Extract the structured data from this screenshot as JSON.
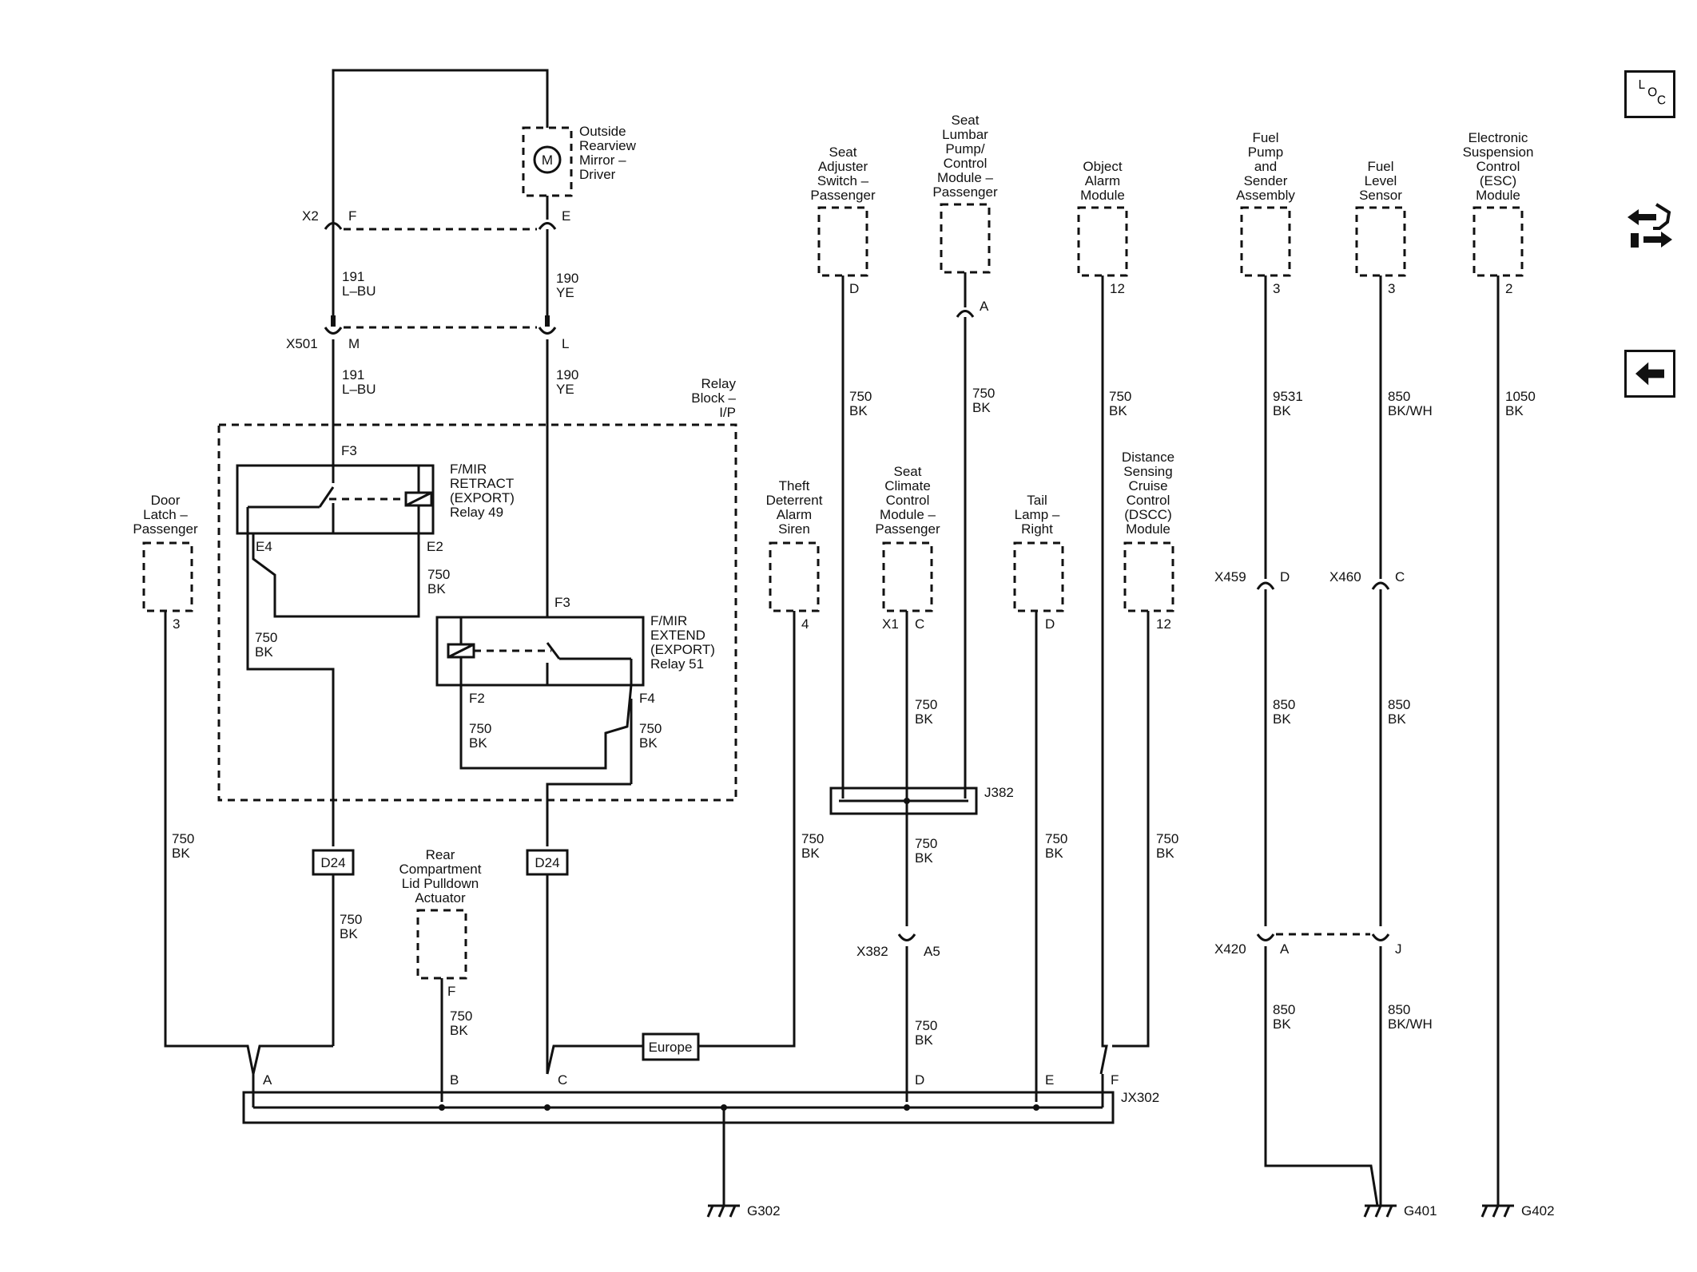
{
  "components": {
    "mirror": [
      "Outside",
      "Rearview",
      "Mirror –",
      "Driver"
    ],
    "relay_block": [
      "Relay",
      "Block –",
      "I/P"
    ],
    "relay49": [
      "F/MIR",
      "RETRACT",
      "(EXPORT)",
      "Relay 49"
    ],
    "relay51": [
      "F/MIR",
      "EXTEND",
      "(EXPORT)",
      "Relay 51"
    ],
    "door_latch": [
      "Door",
      "Latch –",
      "Passenger"
    ],
    "seat_adjuster": [
      "Seat",
      "Adjuster",
      "Switch –",
      "Passenger"
    ],
    "lumbar": [
      "Seat",
      "Lumbar",
      "Pump/",
      "Control",
      "Module –",
      "Passenger"
    ],
    "object_alarm": [
      "Object",
      "Alarm",
      "Module"
    ],
    "fuel_pump": [
      "Fuel",
      "Pump",
      "and",
      "Sender",
      "Assembly"
    ],
    "fuel_level": [
      "Fuel",
      "Level",
      "Sensor"
    ],
    "esc": [
      "Electronic",
      "Suspension",
      "Control",
      "(ESC)",
      "Module"
    ],
    "theft_siren": [
      "Theft",
      "Deterrent",
      "Alarm",
      "Siren"
    ],
    "seat_climate": [
      "Seat",
      "Climate",
      "Control",
      "Module –",
      "Passenger"
    ],
    "tail_lamp": [
      "Tail",
      "Lamp –",
      "Right"
    ],
    "dscc": [
      "Distance",
      "Sensing",
      "Cruise",
      "Control",
      "(DSCC)",
      "Module"
    ],
    "rear_pulldown": [
      "Rear",
      "Compartment",
      "Lid Pulldown",
      "Actuator"
    ]
  },
  "connectors": {
    "x2": "X2",
    "x501": "X501",
    "x459": "X459",
    "x460": "X460",
    "x420": "X420",
    "x382": "X382",
    "x1": "X1",
    "j382": "J382",
    "jx302": "JX302",
    "d24": "D24",
    "europe": "Europe"
  },
  "pins": {
    "f": "F",
    "e": "E",
    "m": "M",
    "l": "L",
    "f3": "F3",
    "e4": "E4",
    "e2": "E2",
    "f2": "F2",
    "f4": "F4",
    "d": "D",
    "a": "A",
    "b": "B",
    "c": "C",
    "j": "J",
    "a5": "A5",
    "n2": "2",
    "n3": "3",
    "n4": "4",
    "n12": "12",
    "m_motor": "M"
  },
  "wires": {
    "c191": "191",
    "lbu": "L–BU",
    "c190": "190",
    "ye": "YE",
    "c750": "750",
    "bk": "BK",
    "c9531": "9531",
    "c850": "850",
    "bkwh": "BK/WH",
    "c1050": "1050"
  },
  "grounds": {
    "g302": "G302",
    "g401": "G401",
    "g402": "G402"
  },
  "side_buttons": {
    "loc": {
      "l": "L",
      "o": "O",
      "c": "C"
    },
    "nav_icon": "connector-end-view-icon",
    "back_icon": "back-arrow-icon"
  }
}
